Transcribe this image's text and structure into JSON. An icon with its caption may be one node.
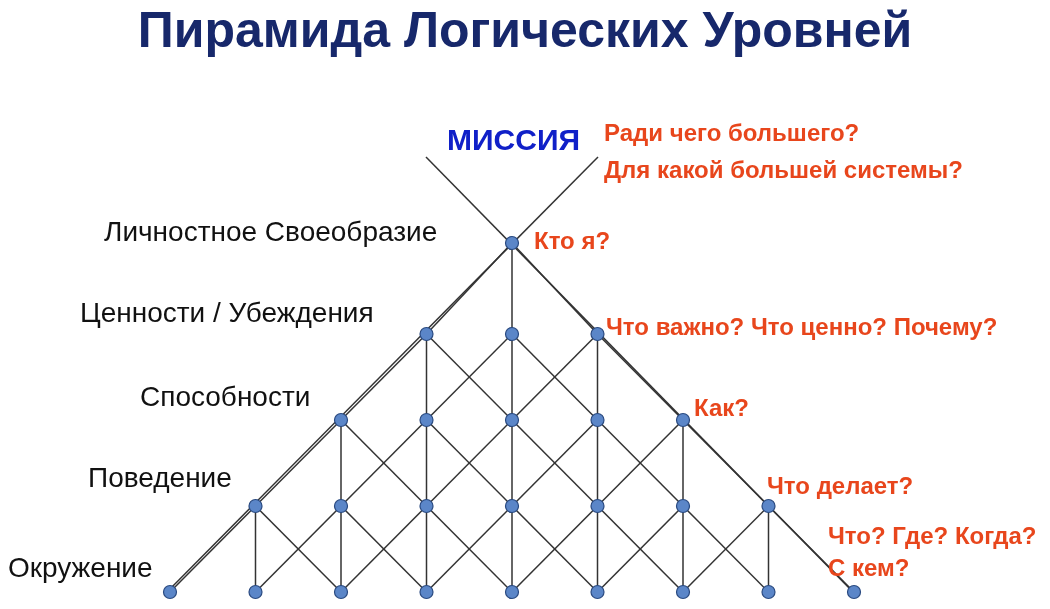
{
  "diagram": {
    "title": "Пирамида Логических Уровней",
    "labels": [
      "МИССИЯ",
      "Ради чего большего?",
      "Для какой большей системы?",
      "Личностное Своеобразие",
      "Кто я?",
      "Ценности / Убеждения",
      "Что важно? Что ценно? Почему?",
      "Способности",
      "Как?",
      "Поведение",
      "Что делает?",
      "Окружение",
      "Что? Где? Когда? С кем?"
    ]
  }
}
